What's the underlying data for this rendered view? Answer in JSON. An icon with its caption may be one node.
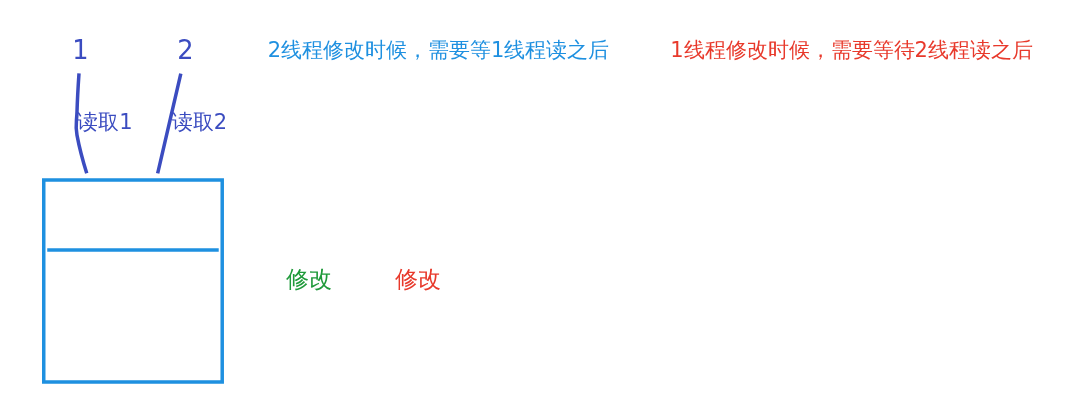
{
  "diagram": {
    "nodes": [
      {
        "text": [
          "1"
        ]
      },
      {
        "text": [
          "2"
        ]
      },
      {
        "text": [],
        "shape": "box",
        "beside": [
          "修改",
          "修改"
        ]
      }
    ],
    "edges": [
      {
        "from": 0,
        "to": 2,
        "arrow": "none",
        "label": "读取1"
      },
      {
        "from": 1,
        "to": 2,
        "arrow": "none",
        "label": "读取2"
      }
    ],
    "labels": [
      "1线程修改时候，需要等待2线程读之后",
      "2线程修改时候，需要等1线程读之后"
    ]
  }
}
